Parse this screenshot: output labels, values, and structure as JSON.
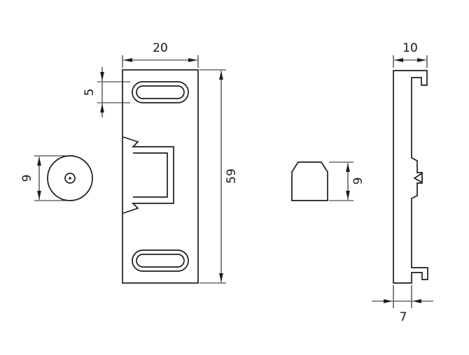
{
  "drawing": {
    "dimensions": {
      "plate_width": "20",
      "slot_height": "5",
      "plate_height": "59",
      "grommet_diameter": "9",
      "tab_height": "9",
      "profile_top_width": "10",
      "profile_bottom_width": "7"
    },
    "colors": {
      "line": "#1c1c1c",
      "background": "#ffffff"
    }
  }
}
